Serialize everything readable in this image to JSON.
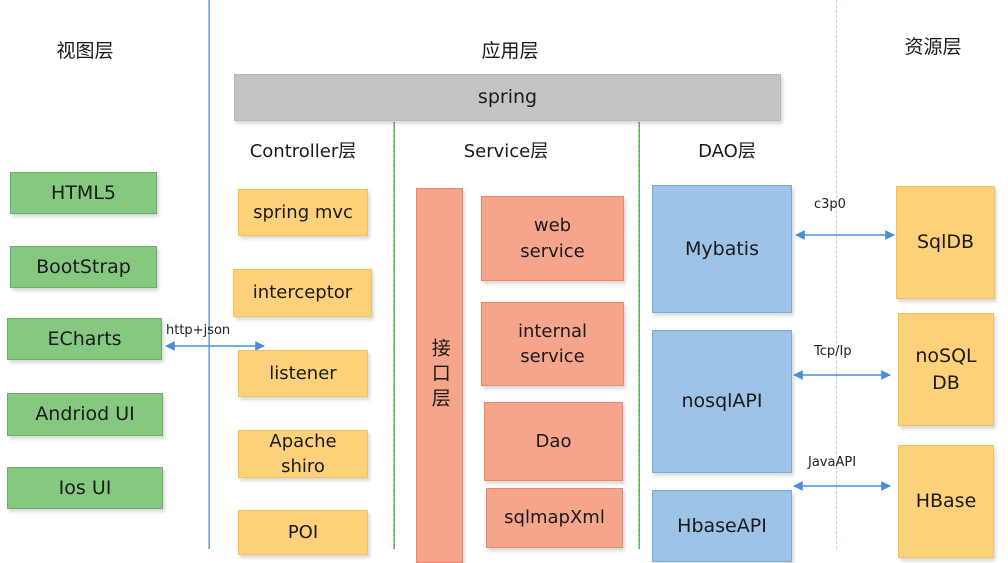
{
  "headers": {
    "view": "视图层",
    "app": "应用层",
    "resource": "资源层"
  },
  "spring": "spring",
  "sublayers": {
    "controller": "Controller层",
    "service": "Service层",
    "dao": "DAO层"
  },
  "view_items": [
    "HTML5",
    "BootStrap",
    "ECharts",
    "Andriod  UI",
    "Ios  UI"
  ],
  "controller_items": [
    "spring mvc",
    "interceptor",
    "listener",
    "Apache\nshiro",
    "POI"
  ],
  "interface_label": "接口层",
  "service_items": [
    "web\nservice",
    "internal\nservice",
    "Dao",
    "sqlmapXml"
  ],
  "dao_items": [
    "Mybatis",
    "nosqlAPI",
    "HbaseAPI"
  ],
  "resource_items": [
    "SqlDB",
    "noSQL\nDB",
    "HBase"
  ],
  "connections": {
    "view_controller": "http+json",
    "sql": "c3p0",
    "nosql": "Tcp/Ip",
    "hbase": "JavaAPI"
  },
  "colors": {
    "arrow": "#4a90d9"
  }
}
